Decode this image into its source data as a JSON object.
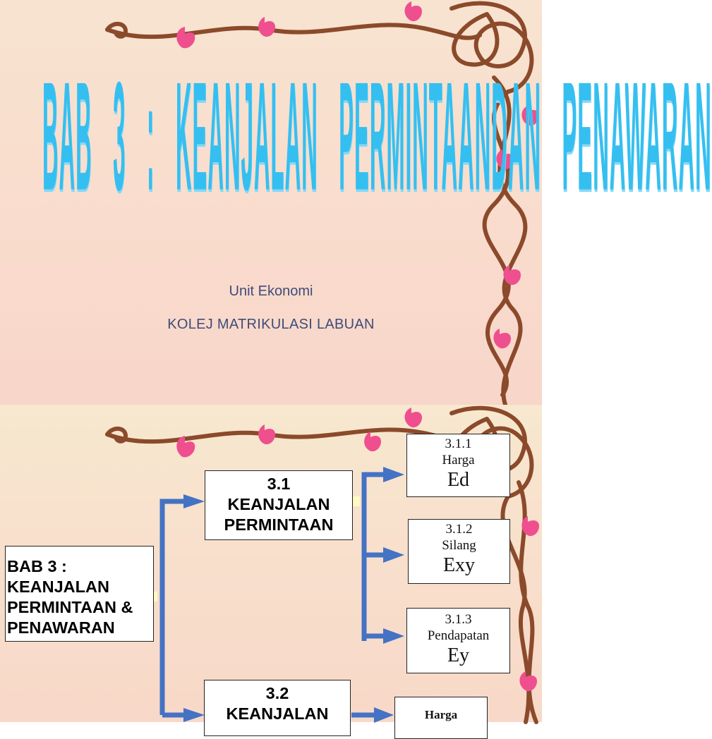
{
  "slide1": {
    "title": "BAB 3 : KEANJALAN PERMINTAANDAN PENAWARAN",
    "unit": "Unit Ekonomi",
    "college": "KOLEJ MATRIKULASI LABUAN"
  },
  "slide2": {
    "main_box": {
      "line1": "BAB 3 :",
      "line2": "KEANJALAN",
      "line3": "PERMINTAAN &",
      "line4": "PENAWARAN"
    },
    "box_3_1": {
      "number": "3.1",
      "line1": "KEANJALAN",
      "line2": "PERMINTAAN"
    },
    "box_3_2": {
      "number": "3.2",
      "line1": "KEANJALAN"
    },
    "sub_boxes": [
      {
        "number": "3.1.1",
        "word": "Harga",
        "abbr": "Ed"
      },
      {
        "number": "3.1.2",
        "word": "Silang",
        "abbr": "Exy"
      },
      {
        "number": "3.1.3",
        "word": "Pendapatan",
        "abbr": "Ey"
      }
    ],
    "harga_box": {
      "label": "Harga"
    }
  },
  "colors": {
    "title": "#35bff0",
    "subtitle": "#3f4c78",
    "arrow": "#4472c4",
    "vine": "#8b4a2b",
    "flower": "#ef4f8e"
  }
}
